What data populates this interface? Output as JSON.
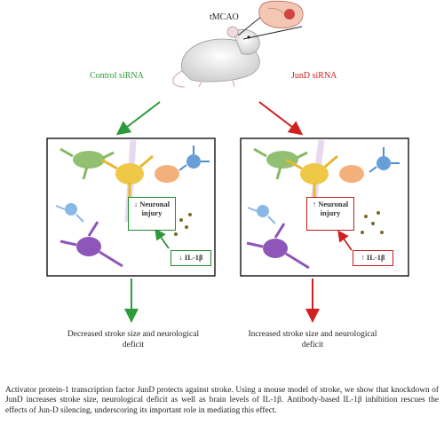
{
  "diagram": {
    "model_label": "tMCAO",
    "left_branch": {
      "treatment": "Control siRNA",
      "injury_box": "↓ Neuronal injury",
      "cytokine_box": "↓ IL-1β",
      "outcome": "Decreased stroke size and neurological deficit",
      "color": "#2e9a3a"
    },
    "right_branch": {
      "treatment": "JunD siRNA",
      "injury_box": "↑ Neuronal injury",
      "cytokine_box": "↑ IL-1β",
      "outcome": "Increased stroke size and neurological deficit",
      "color": "#d22020"
    }
  },
  "caption": "Activator protein-1 transcription factor JunD protects against stroke. Using a mouse model of stroke, we show that knockdown of JunD increases stroke size, neurological deficit as well as brain levels of IL-1β. Antibody-based IL-1β inhibition rescues the effects of Jun-D silencing, underscoring its important role in mediating this effect."
}
